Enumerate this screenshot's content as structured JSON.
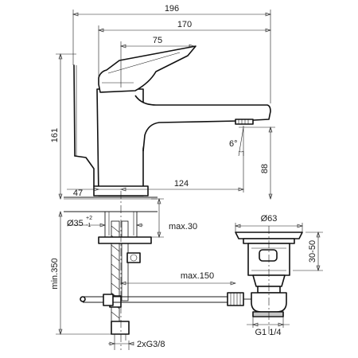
{
  "dimensions": {
    "overall_width": "196",
    "spout_reach": "170",
    "lever_length": "75",
    "total_height": "161",
    "outlet_height": "88",
    "spout_angle": "6°",
    "base_offset": "47",
    "outlet_projection": "124",
    "hole_diameter": "Ø35",
    "hole_tolerance_plus": "+2",
    "hole_tolerance_minus": "-1",
    "min_supply_length": "min.350",
    "max_deck_thickness": "max.30",
    "max_pullrod_length": "max.150",
    "waste_diameter": "Ø63",
    "waste_adjust_range": "30-50",
    "waste_thread": "G1 1/4",
    "supply_connections": "2xG3/8"
  }
}
